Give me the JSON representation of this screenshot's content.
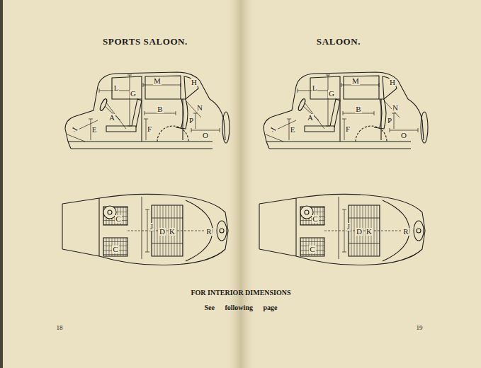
{
  "diagram": {
    "labels": [
      "SPORTS SALOON.",
      "SALOON.",
      "L",
      "G",
      "M",
      "H",
      "A",
      "B",
      "N",
      "E",
      "F",
      "P",
      "O",
      "I",
      "L",
      "G",
      "M",
      "H",
      "A",
      "N",
      "B",
      "E",
      "F",
      "P",
      "O",
      "I",
      "C",
      "J",
      "C",
      "D",
      "K",
      "R",
      "C",
      "J",
      "C",
      "D",
      "K",
      "R",
      "FOR INTERIOR DIMENSIONS",
      "See following page",
      "18",
      "19"
    ]
  }
}
